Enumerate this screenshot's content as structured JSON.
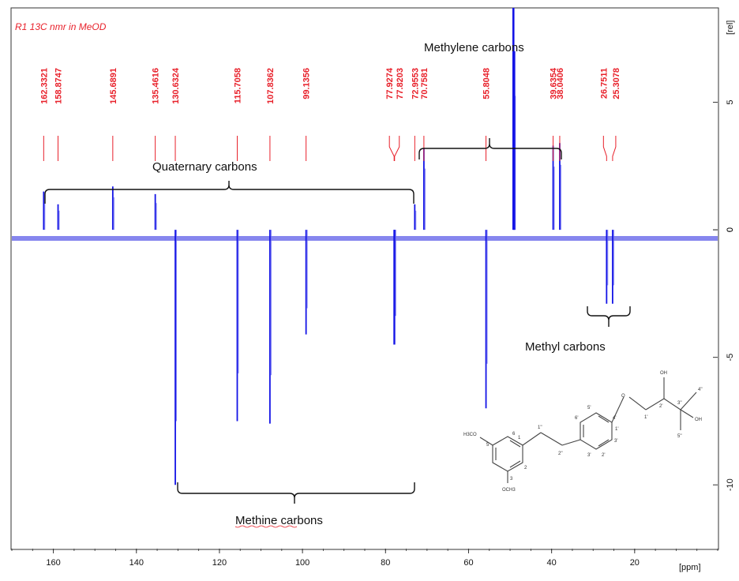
{
  "chart_data": {
    "type": "line",
    "title": "R1 13C nmr in MeOD",
    "xlabel": "[ppm]",
    "ylabel": "[rel]",
    "xlim": [
      170,
      0
    ],
    "ylim": [
      -12.5,
      8.7
    ],
    "x_ticks": [
      160,
      140,
      120,
      100,
      80,
      60,
      40,
      20
    ],
    "y_ticks": [
      5,
      0,
      -5,
      -10
    ],
    "peak_labels": [
      "162.3321",
      "158.8747",
      "145.6891",
      "135.4616",
      "130.6324",
      "115.7058",
      "107.8362",
      "99.1356",
      "77.9274",
      "77.8203",
      "72.9553",
      "70.7581",
      "55.8048",
      "39.6354",
      "38.0406",
      "26.7511",
      "25.3078"
    ],
    "series": [
      {
        "x": [
          162.33,
          158.87,
          145.69,
          135.46,
          130.63,
          115.71,
          107.84,
          99.14,
          77.93,
          77.82,
          72.96,
          70.76,
          55.8,
          49.2,
          49.0,
          39.64,
          38.04,
          26.75,
          25.31
        ],
        "y": [
          1.5,
          1.0,
          1.7,
          1.4,
          -10.0,
          -7.5,
          -7.6,
          -4.1,
          -4.5,
          -4.5,
          1.0,
          3.2,
          -7.0,
          8.7,
          7.0,
          3.3,
          3.4,
          -2.9,
          -2.9
        ]
      }
    ],
    "annotations": {
      "quaternary": "Quaternary carbons",
      "methylene": "Methylene carbons",
      "methine": "Methine carbons",
      "methyl": "Methyl carbons"
    },
    "structure_labels": {
      "och3_left": "H3CO",
      "och3_bottom": "OCH3",
      "n1pp": "1''",
      "n2pp": "2''",
      "n5p": "5'",
      "n6p": "6'",
      "n4p": "4'",
      "n3p": "3'",
      "n1p": "1'",
      "n2pp2": "2'",
      "n3pp": "3''",
      "n4pp": "4''",
      "n5pp": "5''",
      "oh_top": "OH",
      "oh_right": "OH",
      "o_ether": "O",
      "n1": "1",
      "n2": "2",
      "n3": "3",
      "n5": "5",
      "n6": "6",
      "nn1": "1'",
      "nn2": "2'",
      "nn3": "3'"
    }
  }
}
